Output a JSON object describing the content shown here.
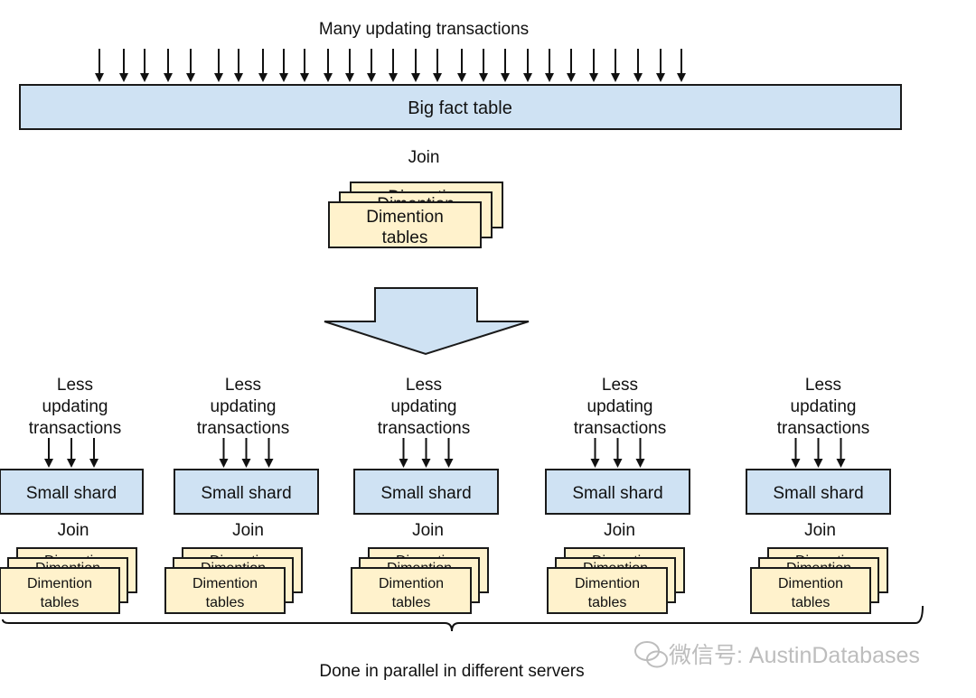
{
  "top": {
    "title": "Many updating transactions",
    "fact_table_label": "Big fact table",
    "join_label": "Join",
    "dimension_stack": {
      "back_label": "Dimention",
      "middle_label": "Dimention",
      "front_label_line1": "Dimention",
      "front_label_line2": "tables"
    }
  },
  "transform_arrow": {
    "icon": "down-block-arrow-icon",
    "color": "#cfe2f3"
  },
  "shards": [
    {
      "title_line1": "Less",
      "title_line2": "updating",
      "title_line3": "transactions",
      "shard_label": "Small shard",
      "join_label": "Join",
      "dim_back": "Dimention",
      "dim_middle": "Dimention",
      "dim_front_line1": "Dimention",
      "dim_front_line2": "tables"
    },
    {
      "title_line1": "Less",
      "title_line2": "updating",
      "title_line3": "transactions",
      "shard_label": "Small shard",
      "join_label": "Join",
      "dim_back": "Dimention",
      "dim_middle": "Dimention",
      "dim_front_line1": "Dimention",
      "dim_front_line2": "tables"
    },
    {
      "title_line1": "Less",
      "title_line2": "updating",
      "title_line3": "transactions",
      "shard_label": "Small shard",
      "join_label": "Join",
      "dim_back": "Dimention",
      "dim_middle": "Dimention",
      "dim_front_line1": "Dimention",
      "dim_front_line2": "tables"
    },
    {
      "title_line1": "Less",
      "title_line2": "updating",
      "title_line3": "transactions",
      "shard_label": "Small shard",
      "join_label": "Join",
      "dim_back": "Dimention",
      "dim_middle": "Dimention",
      "dim_front_line1": "Dimention",
      "dim_front_line2": "tables"
    },
    {
      "title_line1": "Less",
      "title_line2": "updating",
      "title_line3": "transactions",
      "shard_label": "Small shard",
      "join_label": "Join",
      "dim_back": "Dimention",
      "dim_middle": "Dimention",
      "dim_front_line1": "Dimention",
      "dim_front_line2": "tables"
    }
  ],
  "bottom": {
    "caption": "Done in parallel in different servers"
  },
  "watermark": {
    "icon": "wechat-icon",
    "text": "微信号: AustinDatabases"
  },
  "colors": {
    "table_fill": "#cfe2f3",
    "dimension_fill": "#fff2cc",
    "outline": "#1a1a1a"
  }
}
